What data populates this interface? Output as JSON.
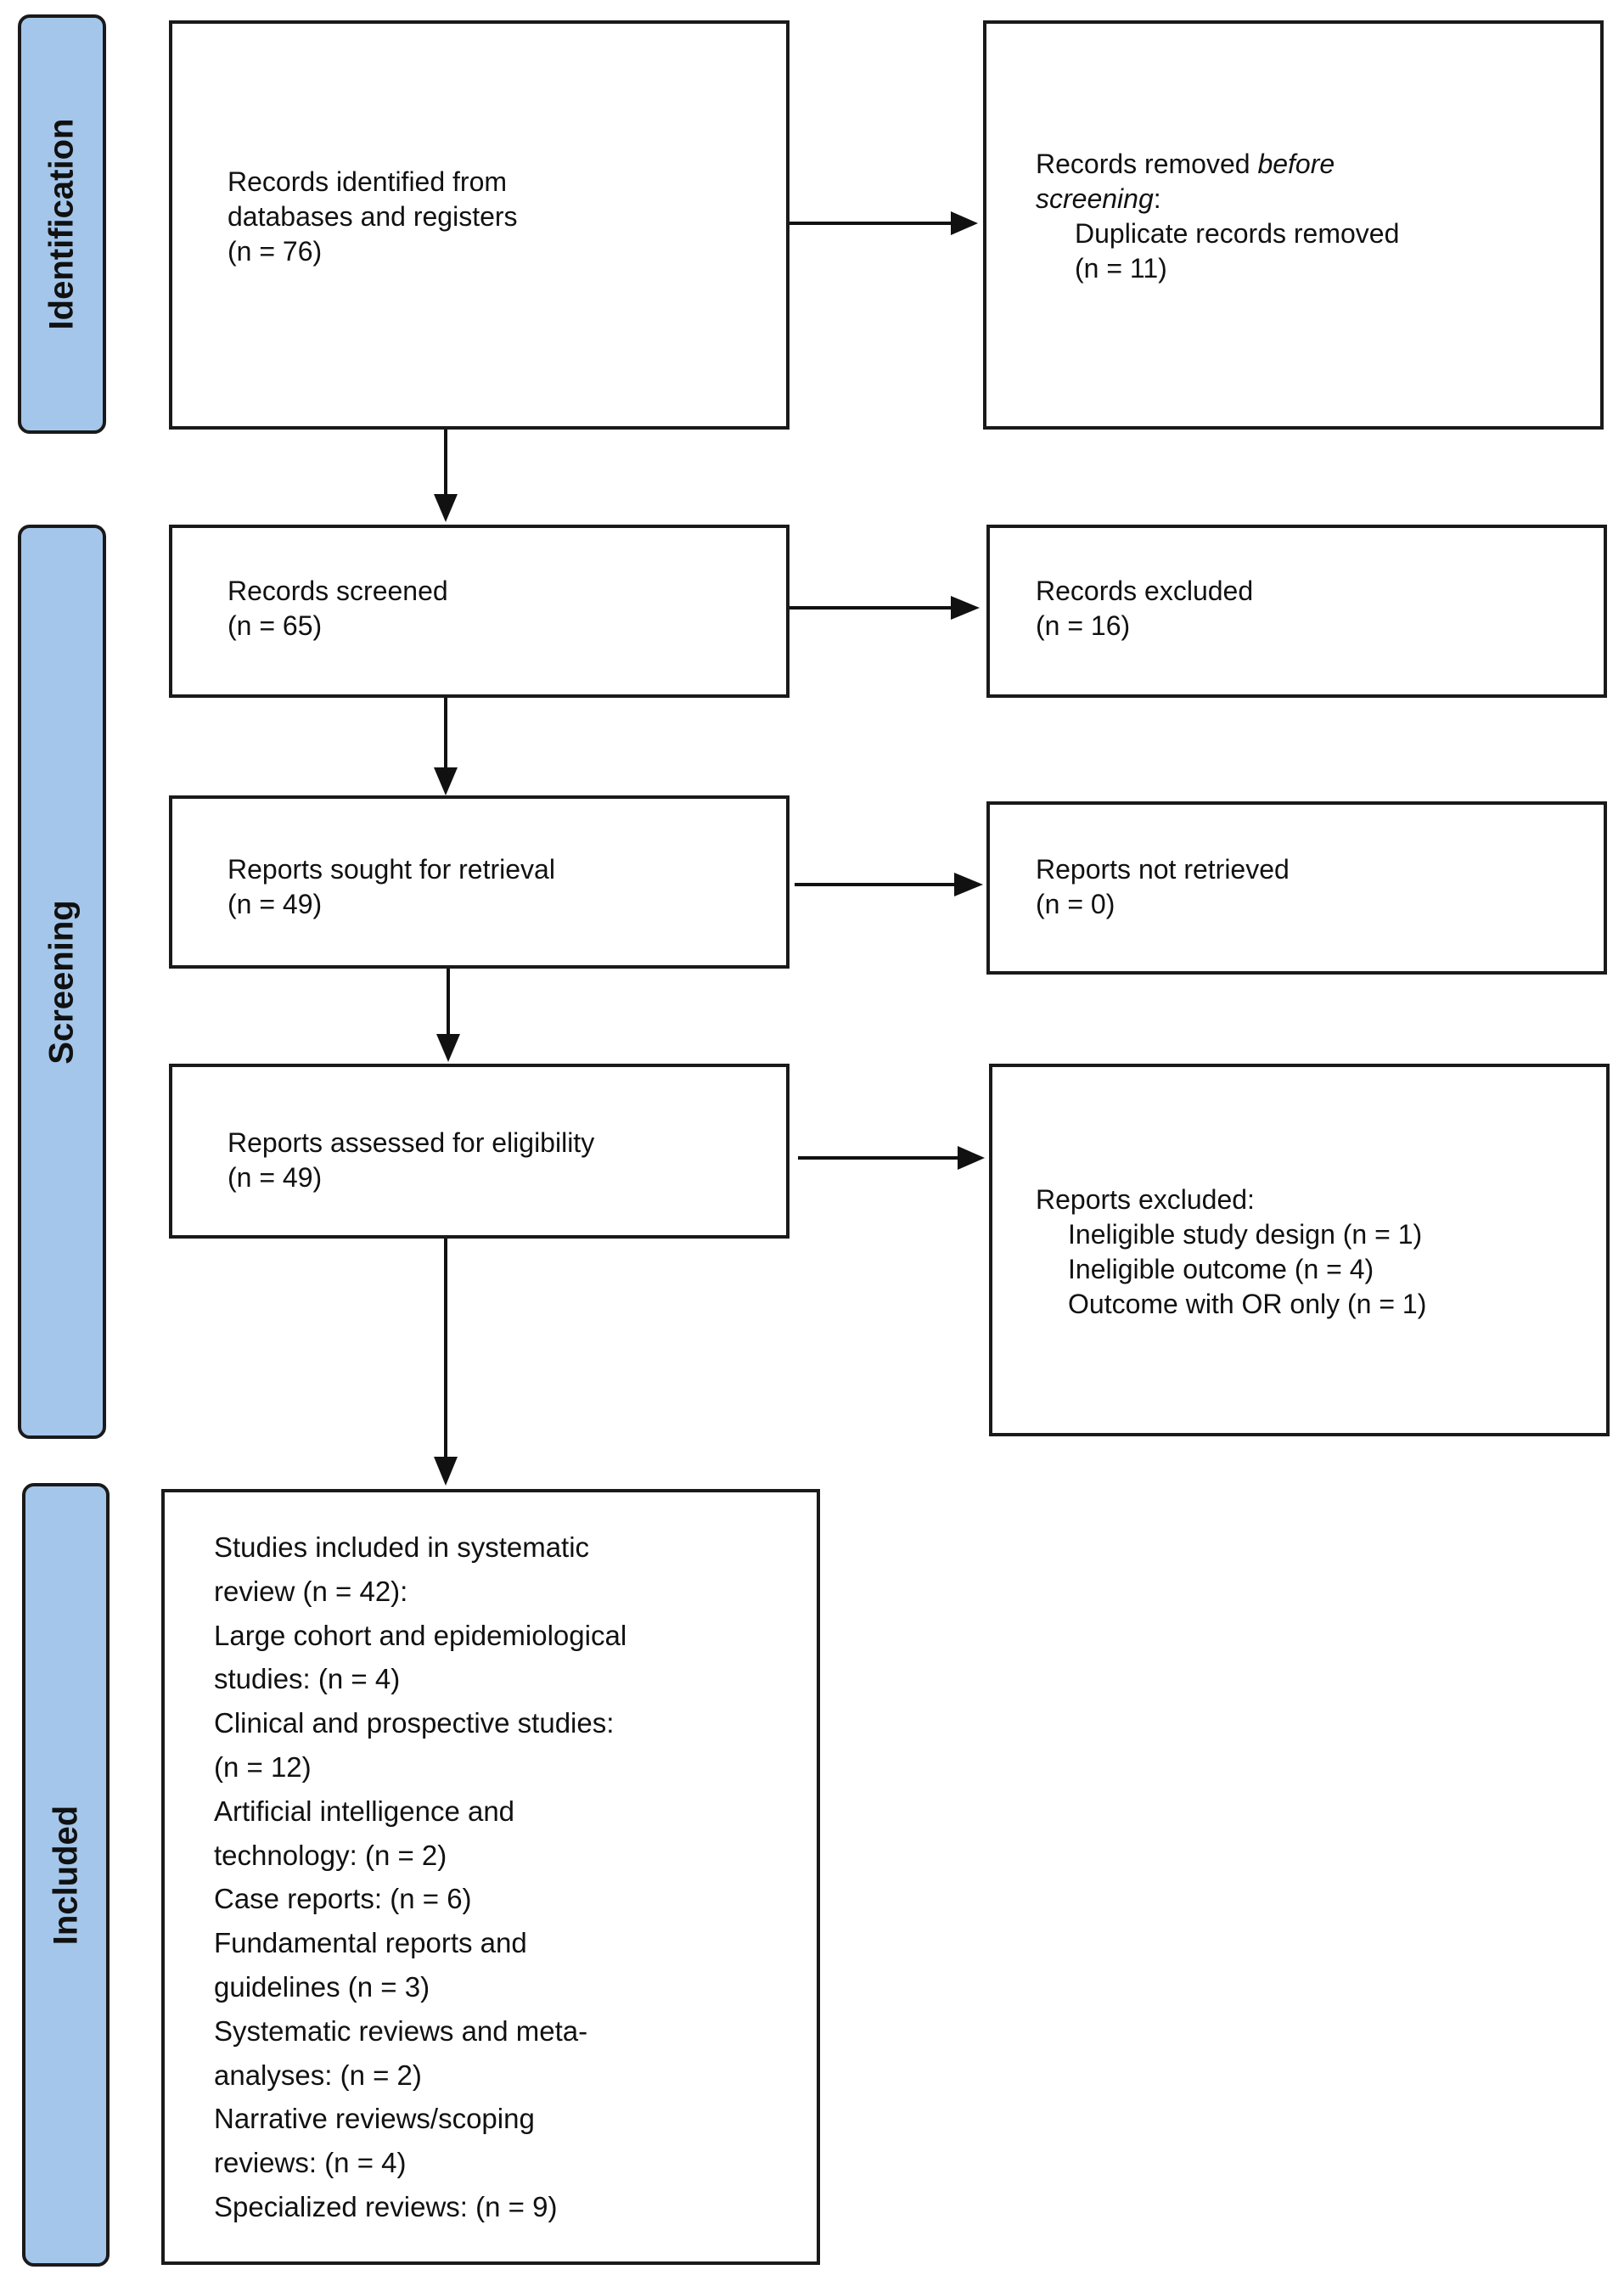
{
  "stages": {
    "identification": "Identification",
    "screening": "Screening",
    "included": "Included"
  },
  "boxes": {
    "identified": {
      "line1": "Records identified from",
      "line2": "databases and registers",
      "line3": "(n = 76)"
    },
    "removed": {
      "line1_pre": "Records removed ",
      "line1_em": "before",
      "line2_em": "screening",
      "line2_post": ":",
      "line3": "Duplicate records removed",
      "line4": "(n = 11)"
    },
    "screened": {
      "line1": "Records screened",
      "line2": "(n = 65)"
    },
    "excluded": {
      "line1": "Records excluded",
      "line2": "(n = 16)"
    },
    "sought": {
      "line1": "Reports sought for retrieval",
      "line2": "(n = 49)"
    },
    "not_retrieved": {
      "line1": "Reports not retrieved",
      "line2": "(n = 0)"
    },
    "assessed": {
      "line1": "Reports assessed for eligibility",
      "line2": "(n = 49)"
    },
    "reports_excluded": {
      "title": "Reports excluded:",
      "items": [
        "Ineligible study design (n = 1)",
        "Ineligible outcome (n = 4)",
        "Outcome with OR only (n = 1)"
      ]
    },
    "included": {
      "lines": [
        "Studies included in systematic",
        "review (n = 42):",
        "Large cohort and epidemiological",
        "studies: (n = 4)",
        "Clinical and prospective studies:",
        "(n = 12)",
        "Artificial intelligence and",
        "technology: (n = 2)",
        "Case reports: (n = 6)",
        "Fundamental reports and",
        "guidelines (n = 3)",
        "Systematic reviews and meta-",
        "analyses: (n = 2)",
        "Narrative reviews/scoping",
        "reviews: (n = 4)",
        "Specialized reviews: (n = 9)"
      ]
    }
  },
  "colors": {
    "stage_fill": "#a4c6ea",
    "border": "#1a1a1a"
  }
}
